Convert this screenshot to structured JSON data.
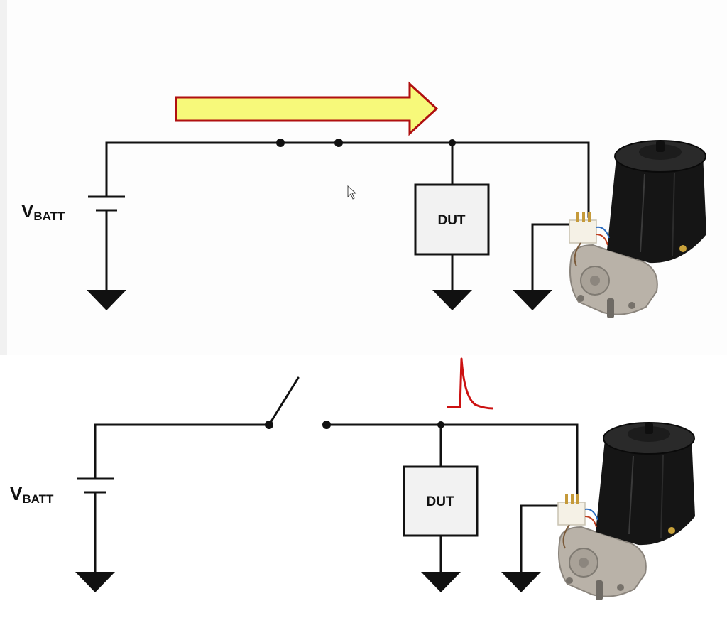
{
  "top_circuit": {
    "source_label": "V",
    "source_subscript": "BATT",
    "dut_label": "DUT",
    "switch_state": "closed",
    "current_arrow_color": "#f7f97a",
    "current_arrow_outline": "#b01010"
  },
  "bottom_circuit": {
    "source_label": "V",
    "source_subscript": "BATT",
    "dut_label": "DUT",
    "switch_state": "open",
    "transient_color": "#cc1111"
  },
  "colors": {
    "wire": "#111111",
    "dut_fill": "#f2f2f2",
    "motor_body": "#151515",
    "motor_gear": "#b9b2a8",
    "connector": "#f5f1e6",
    "upper_panel": "#fdfdfd"
  },
  "icons": [
    "battery-icon",
    "ground-icon",
    "switch-icon",
    "motor-icon",
    "current-arrow-icon",
    "transient-spike-icon"
  ]
}
